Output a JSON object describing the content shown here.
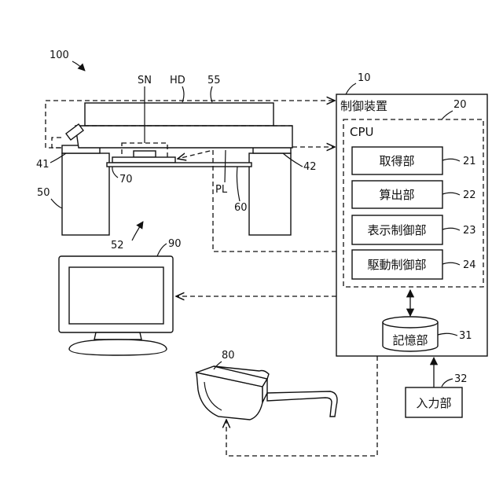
{
  "labels": {
    "system": "100",
    "control_device_num": "10",
    "control_device": "制御装置",
    "cpu_num": "20",
    "cpu": "CPU",
    "acq_num": "21",
    "acq": "取得部",
    "calc_num": "22",
    "calc": "算出部",
    "disp_num": "23",
    "disp": "表示制御部",
    "drive_num": "24",
    "drive": "駆動制御部",
    "storage_num": "31",
    "storage": "記憶部",
    "input_num": "32",
    "input": "入力部",
    "sn": "SN",
    "hd": "HD",
    "hd_num": "55",
    "left_support": "41",
    "right_support": "42",
    "left_block": "50",
    "opening": "52",
    "plate": "PL",
    "stage": "60",
    "sensor_plate": "70",
    "monitor": "90",
    "glasses": "80"
  }
}
